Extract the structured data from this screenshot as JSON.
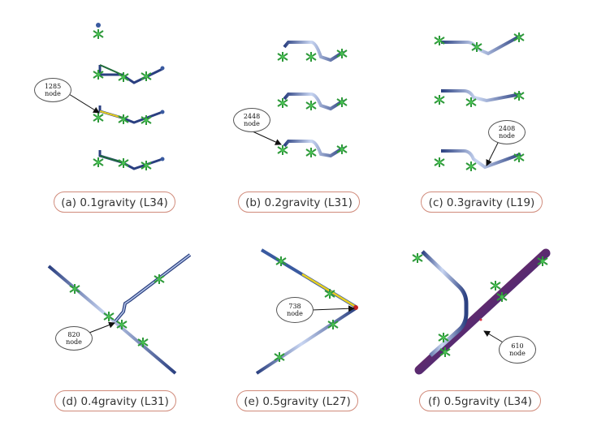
{
  "panels": [
    {
      "id": "a",
      "caption": "(a) 0.1gravity (L34)",
      "node_id": "1285",
      "node_word": "node"
    },
    {
      "id": "b",
      "caption": "(b) 0.2gravity (L31)",
      "node_id": "2448",
      "node_word": "node"
    },
    {
      "id": "c",
      "caption": "(c) 0.3gravity (L19)",
      "node_id": "2408",
      "node_word": "node"
    },
    {
      "id": "d",
      "caption": "(d) 0.4gravity (L31)",
      "node_id": "820",
      "node_word": "node"
    },
    {
      "id": "e",
      "caption": "(e) 0.5gravity (L27)",
      "node_id": "738",
      "node_word": "node"
    },
    {
      "id": "f",
      "caption": "(f) 0.5gravity (L34)",
      "node_id": "610",
      "node_word": "node"
    }
  ],
  "colors": {
    "pipe": "#3a5aa0",
    "pipe_light": "#b8c8ea",
    "support": "#2e9a3a",
    "caption_border": "#d08a7a",
    "highlight_yellow": "#e8d020",
    "highlight_red": "#c02020"
  }
}
